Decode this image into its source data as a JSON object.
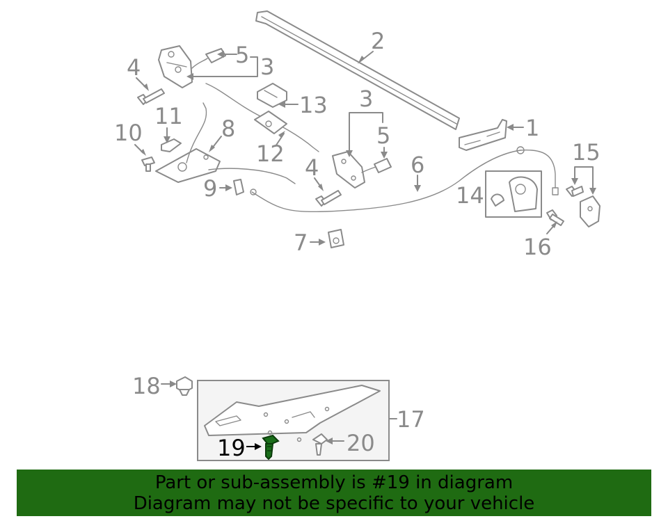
{
  "callouts": {
    "c1": "1",
    "c2": "2",
    "c3a": "3",
    "c3b": "3",
    "c4a": "4",
    "c4b": "4",
    "c5a": "5",
    "c5b": "5",
    "c6": "6",
    "c7": "7",
    "c8": "8",
    "c9": "9",
    "c10": "10",
    "c11": "11",
    "c12": "12",
    "c13": "13",
    "c14": "14",
    "c15": "15",
    "c16": "16",
    "c17": "17",
    "c18": "18",
    "c19": "19",
    "c20": "20"
  },
  "highlight": {
    "part": "19",
    "color": "#1a6e1a"
  },
  "banner": {
    "line1": "Part or sub-assembly is #19 in diagram",
    "line2": "Diagram may not be specific to your vehicle",
    "background": "#1f6b12"
  },
  "colors": {
    "line": "#8a8a8a",
    "label": "#8a8a8a",
    "highlight_label": "#000000"
  }
}
